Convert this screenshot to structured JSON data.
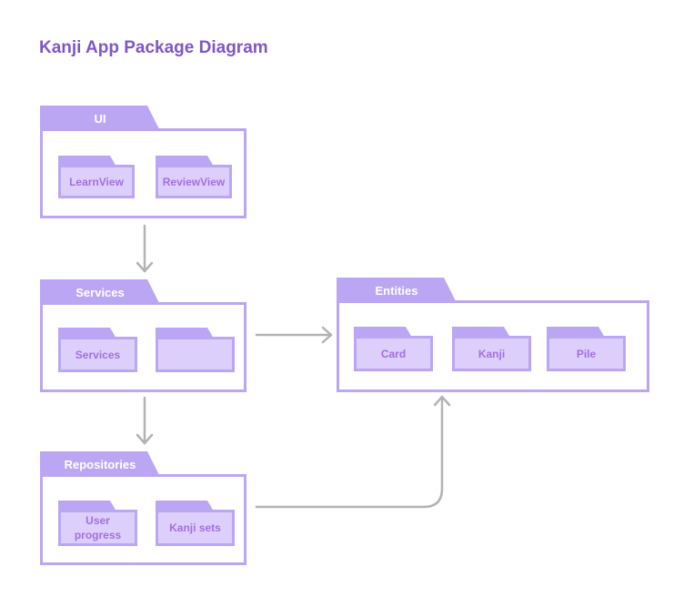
{
  "title": "Kanji App Package Diagram",
  "colors": {
    "title": "#7f56c9",
    "package_tab": "#bba6f3",
    "package_border": "#bba6f3",
    "subpackage_fill": "#dccffc",
    "subpackage_text": "#a36ee0",
    "arrow": "#b3b3b3"
  },
  "packages": {
    "ui": {
      "label": "UI",
      "children": [
        "LearnView",
        "ReviewView"
      ]
    },
    "services": {
      "label": "Services",
      "children": [
        "Services",
        ""
      ]
    },
    "repositories": {
      "label": "Repositories",
      "children": [
        "User progress",
        "Kanji sets"
      ]
    },
    "entities": {
      "label": "Entities",
      "children": [
        "Card",
        "Kanji",
        "Pile"
      ]
    }
  },
  "dependencies": [
    {
      "from": "UI",
      "to": "Services"
    },
    {
      "from": "Services",
      "to": "Repositories"
    },
    {
      "from": "Services",
      "to": "Entities"
    },
    {
      "from": "Repositories",
      "to": "Entities"
    }
  ]
}
